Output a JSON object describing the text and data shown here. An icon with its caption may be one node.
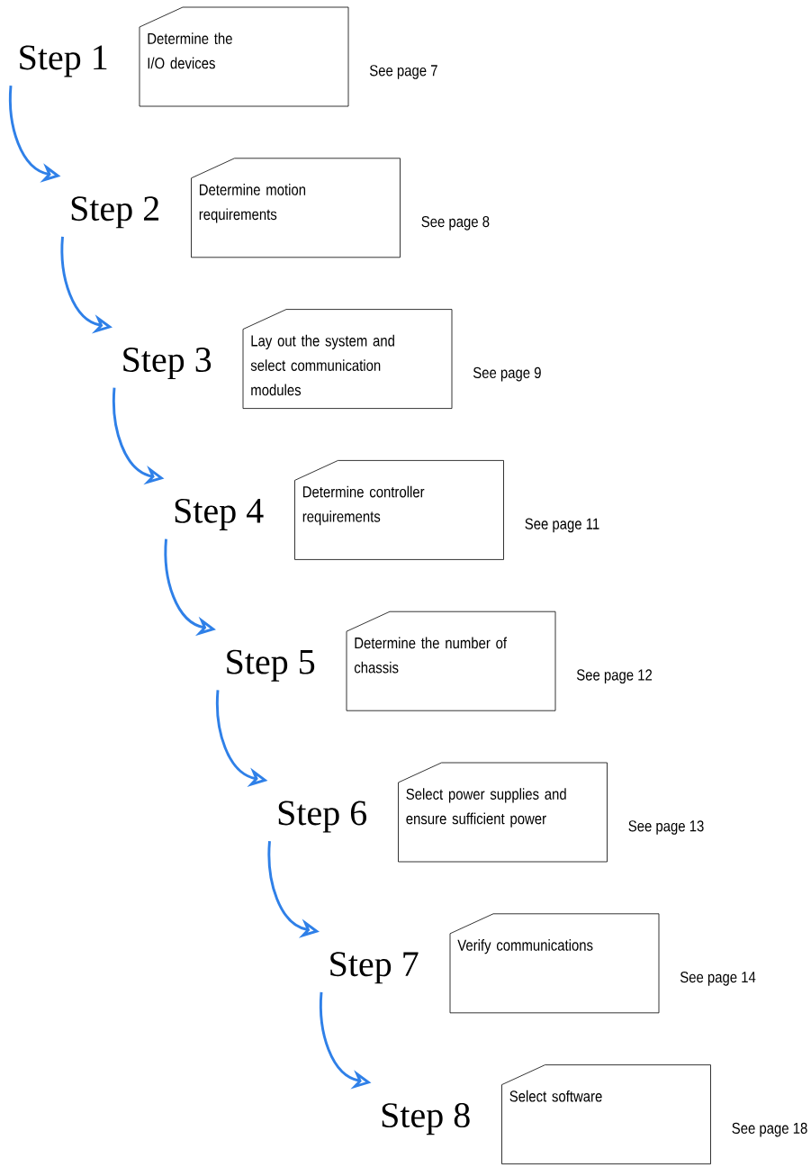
{
  "diagram": {
    "nodes": [
      {
        "text": [
          "Step 1"
        ]
      },
      {
        "text": [
          "Determine the I/O devices"
        ],
        "beside": [
          "See page 7"
        ]
      },
      {
        "text": [
          "Step 2"
        ]
      },
      {
        "text": [
          "Determine motion requirements"
        ],
        "beside": [
          "See page 8"
        ]
      },
      {
        "text": [
          "Step 3"
        ]
      },
      {
        "text": [
          "Lay out the system and select communication modules"
        ],
        "beside": [
          "See page 9"
        ]
      },
      {
        "text": [
          "Step 4"
        ]
      },
      {
        "text": [
          "Determine controller requirements"
        ],
        "beside": [
          "See page 11"
        ]
      },
      {
        "text": [
          "Step 5"
        ]
      },
      {
        "text": [
          "Determine the number of chassis"
        ],
        "beside": [
          "See page 12"
        ]
      },
      {
        "text": [
          "Step 6"
        ]
      },
      {
        "text": [
          "Select power supplies and ensure sufficient power"
        ],
        "beside": [
          "See page 13"
        ]
      },
      {
        "text": [
          "Step 7"
        ]
      },
      {
        "text": [
          "Verify communications"
        ],
        "beside": [
          "See page 14"
        ]
      },
      {
        "text": [
          "Step 8"
        ]
      },
      {
        "text": [
          "Select software"
        ],
        "beside": [
          "See page 18"
        ]
      }
    ],
    "edges": [
      {
        "from": 0,
        "to": 2,
        "arrow": "to"
      },
      {
        "from": 2,
        "to": 4,
        "arrow": "to"
      },
      {
        "from": 4,
        "to": 6,
        "arrow": "to"
      },
      {
        "from": 6,
        "to": 8,
        "arrow": "to"
      },
      {
        "from": 8,
        "to": 10,
        "arrow": "to"
      },
      {
        "from": 10,
        "to": 12,
        "arrow": "to"
      },
      {
        "from": 12,
        "to": 14,
        "arrow": "to"
      }
    ]
  }
}
